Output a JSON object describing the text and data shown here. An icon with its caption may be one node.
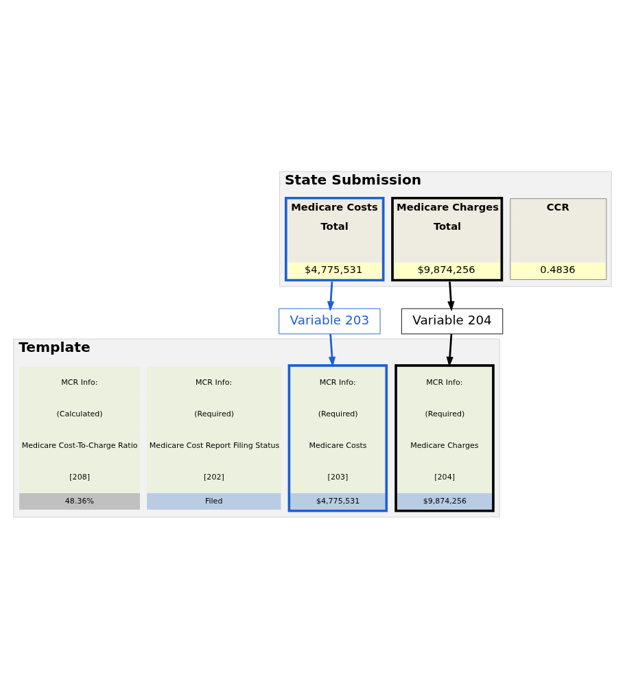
{
  "diagram": {
    "nodes": [
      {
        "text": [
          "State Submission"
        ]
      },
      {
        "text": [
          "Medicare Costs",
          "Total",
          "$4,775,531"
        ],
        "in": 0
      },
      {
        "text": [
          "Medicare Charges",
          "Total",
          "$9,874,256"
        ],
        "in": 0
      },
      {
        "text": [
          "CCR",
          "0.4836"
        ],
        "in": 0
      },
      {
        "text": [
          "Variable 203"
        ]
      },
      {
        "text": [
          "Variable 204"
        ]
      },
      {
        "text": [
          "Template"
        ]
      },
      {
        "text": [
          "MCR Info:",
          "(Required)",
          "Medicare Cost Report Filing Status",
          "[202]",
          "Filed"
        ],
        "in": 6
      },
      {
        "text": [
          "MCR Info:",
          "(Required)",
          "Medicare Costs",
          "[203]",
          "$4,775,531"
        ],
        "in": 6
      },
      {
        "text": [
          "MCR Info:",
          "(Required)",
          "Medicare Charges",
          "[204]",
          "$9,874,256"
        ],
        "in": 6
      },
      {
        "text": [
          "MCR Info:",
          "(Calculated)",
          "Medicare Cost-To-Charge Ratio",
          "[208]",
          "48.36%"
        ],
        "in": 6
      }
    ],
    "edges": [
      {
        "from": 1,
        "to": 4,
        "arrow": "to",
        "color": "#1f5fd0"
      },
      {
        "from": 2,
        "to": 5,
        "arrow": "to",
        "color": "#000000"
      },
      {
        "from": 4,
        "to": 8,
        "arrow": "to",
        "color": "#1f5fd0"
      },
      {
        "from": 5,
        "to": 9,
        "arrow": "to",
        "color": "#000000"
      }
    ]
  }
}
